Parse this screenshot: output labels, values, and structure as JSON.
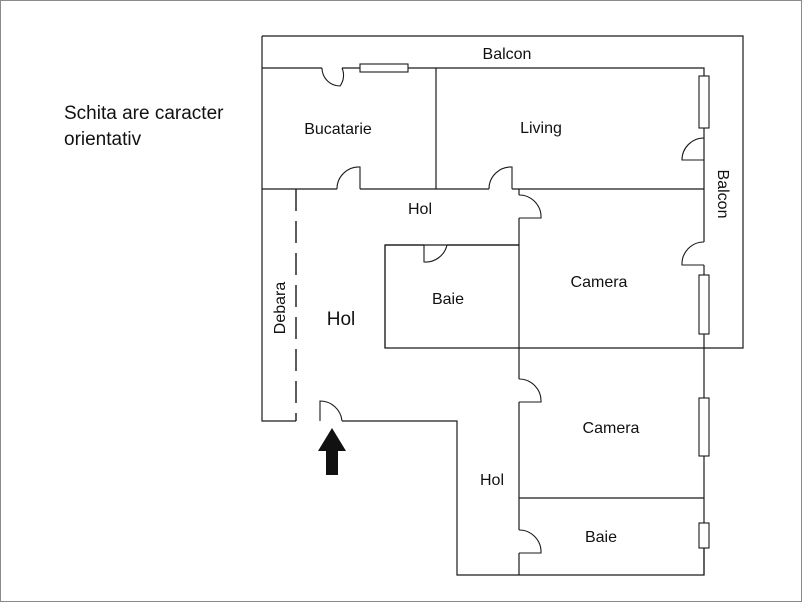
{
  "note": {
    "line1": "Schita are caracter",
    "line2": "orientativ"
  },
  "rooms": {
    "balcon_top": "Balcon",
    "balcon_right": "Balcon",
    "bucatarie": "Bucatarie",
    "living": "Living",
    "hol_top": "Hol",
    "debara": "Debara",
    "hol_main": "Hol",
    "baie_1": "Baie",
    "camera_1": "Camera",
    "camera_2": "Camera",
    "hol_bottom": "Hol",
    "baie_2": "Baie"
  },
  "entrance": {
    "icon": "arrow-up-icon"
  }
}
